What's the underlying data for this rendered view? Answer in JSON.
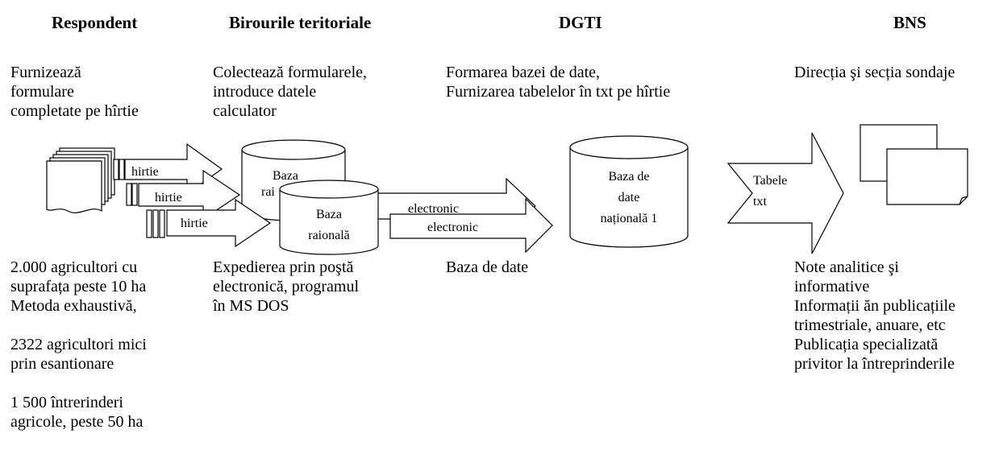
{
  "headers": {
    "respondent": "Respondent",
    "birouri": "Birourile teritoriale",
    "dgti": "DGTI",
    "bns": "BNS"
  },
  "top_text": {
    "respondent": "Furnizează\nformulare\ncompletate pe hîrtie",
    "birouri": "Colectează formularele,\nintroduce datele\ncalculator",
    "dgti": "Formarea bazei de date,\nFurnizarea tabelelor în txt pe hîrtie",
    "bns": "Direcția şi secția sondaje"
  },
  "bottom_text": {
    "respondent_1": "2.000 agricultori cu\nsuprafața peste 10 ha\nMetoda exhaustivă,",
    "respondent_2": "2322 agricultori mici\nprin esantionare",
    "respondent_3": "1 500 întrerinderi\nagricole, peste 50 ha",
    "birouri": "Expedierea prin poştă\nelectronică, programul\nîn MS DOS",
    "dgti": "Baza de date",
    "bns": "Note analitice şi\ninformative\nInformații ăn publicațiile\ntrimestriale, anuare, etc\nPublicația specializată\nprivitor la întreprinderile"
  },
  "diagram": {
    "arrow_hirtie_1": "hirtie",
    "arrow_hirtie_2": "hirtie",
    "arrow_hirtie_3": "hirtie",
    "db_back_line1": "Baza",
    "db_back_line2": "rai",
    "db_front_line1": "Baza",
    "db_front_line2": "raională",
    "arrow_electronic_1": "electronic",
    "arrow_electronic_2": "electronic",
    "db_national_line1": "Baza de",
    "db_national_line2": "date",
    "db_national_line3": "națională 1",
    "arrow_tabele_line1": "Tabele",
    "arrow_tabele_line2": "txt"
  }
}
